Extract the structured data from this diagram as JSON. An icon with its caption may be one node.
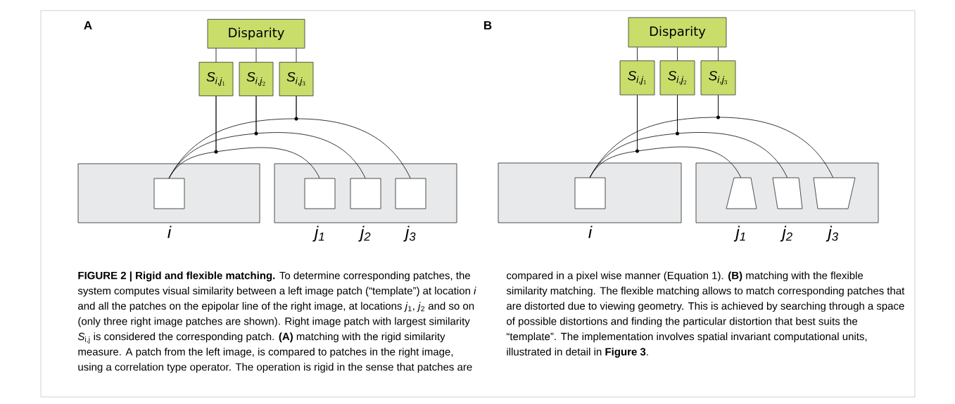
{
  "diagram": {
    "caption": "**FIGURE 2 | Rigid and flexible matching.** To determine corresponding patches, the system computes visual similarity between a left image patch (“template”) at location *i* and all the patches on the epipolar line of the right image, at locations *j*$_{1}$, *j*$_{2}$ and so on (only three right image patches are shown). Right image patch with largest similarity *S*$_{i,j}$ is considered the corresponding patch. **(A)** matching with the rigid similarity measure. A patch from the left image, is compared to patches in the right image, using a correlation type operator. The operation is rigid in the sense that patches are compared in a pixel wise manner (Equation 1). **(B)** matching with the flexible similarity matching. The flexible matching allows to match corresponding patches that are distorted due to viewing geometry. This is achieved by searching through a space of possible distortions and finding the particular distortion that best suits the “template”. The implementation involves spatial invariant computational units, illustrated in detail in **Figure 3**.",
    "nodes": [
      {
        "text": [
          "Disparity"
        ]
      },
      {
        "text": [
          "S_{i,j_1}"
        ]
      },
      {
        "text": [
          "S_{i,j_2}"
        ]
      },
      {
        "text": [
          "S_{i,j_3}"
        ]
      },
      {
        "text": [],
        "shape": "box"
      },
      {
        "text": [],
        "shape": "box"
      },
      {
        "text": [],
        "shape": "box",
        "in": 4,
        "beside": [
          "i"
        ]
      },
      {
        "text": [],
        "shape": "box",
        "in": 5,
        "beside": [
          "j$_{1}$"
        ]
      },
      {
        "text": [],
        "shape": "box",
        "in": 5,
        "beside": [
          "j$_{2}$"
        ]
      },
      {
        "text": [],
        "shape": "box",
        "in": 5,
        "beside": [
          "j$_{3}$"
        ]
      },
      {
        "text": [
          "Disparity"
        ]
      },
      {
        "text": [
          "S_{i,j_1}"
        ]
      },
      {
        "text": [
          "S_{i,j_2}"
        ]
      },
      {
        "text": [
          "S_{i,j_3}"
        ]
      },
      {
        "text": [],
        "shape": "box"
      },
      {
        "text": [],
        "shape": "box"
      },
      {
        "text": [],
        "shape": "box",
        "in": 14,
        "beside": [
          "i"
        ]
      },
      {
        "text": [],
        "shape": "trapezoid",
        "in": 15,
        "beside": [
          "j$_{1}$"
        ]
      },
      {
        "text": [],
        "shape": "trapezoid",
        "in": 15,
        "beside": [
          "j$_{2}$"
        ]
      },
      {
        "text": [],
        "shape": "trapezoid",
        "in": 15,
        "beside": [
          "j$_{3}$"
        ]
      }
    ],
    "edges": [
      {
        "from": 0,
        "to": 1,
        "arrow": "none"
      },
      {
        "from": 0,
        "to": 2,
        "arrow": "none"
      },
      {
        "from": 0,
        "to": 3,
        "arrow": "none"
      },
      {
        "from": 1,
        "to": 6,
        "arrow": "none"
      },
      {
        "from": 1,
        "to": 7,
        "arrow": "none"
      },
      {
        "from": 2,
        "to": 6,
        "arrow": "none"
      },
      {
        "from": 2,
        "to": 8,
        "arrow": "none"
      },
      {
        "from": 3,
        "to": 6,
        "arrow": "none"
      },
      {
        "from": 3,
        "to": 9,
        "arrow": "none"
      },
      {
        "from": 10,
        "to": 11,
        "arrow": "none"
      },
      {
        "from": 10,
        "to": 12,
        "arrow": "none"
      },
      {
        "from": 10,
        "to": 13,
        "arrow": "none"
      },
      {
        "from": 11,
        "to": 16,
        "arrow": "none"
      },
      {
        "from": 11,
        "to": 17,
        "arrow": "none"
      },
      {
        "from": 12,
        "to": 16,
        "arrow": "none"
      },
      {
        "from": 12,
        "to": 18,
        "arrow": "none"
      },
      {
        "from": 13,
        "to": 16,
        "arrow": "none"
      },
      {
        "from": 13,
        "to": 19,
        "arrow": "none"
      }
    ],
    "labels": [
      "A",
      "B"
    ]
  }
}
